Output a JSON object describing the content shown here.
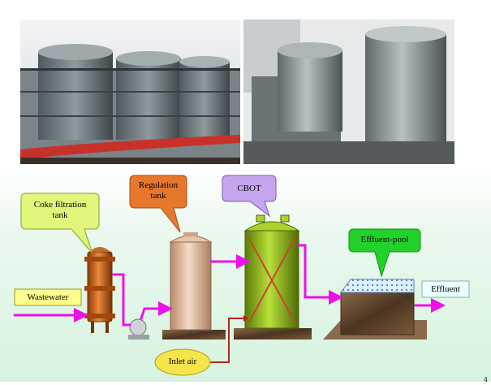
{
  "photos": {
    "left": {
      "subject": "three-cylindrical-tanks-photo"
    },
    "right": {
      "subject": "tall-tanks-photo"
    }
  },
  "callouts": {
    "coke_filtration": {
      "text": "Coke filtration\ntank",
      "color": "#e0f57a"
    },
    "regulation": {
      "text": "Regulation\ntank",
      "color": "#e8772e"
    },
    "cbot": {
      "text": "CBOT",
      "color": "#c5a6ee"
    },
    "effluent_pool": {
      "text": "Effluent-pool",
      "color": "#22d22a"
    },
    "inlet_air": {
      "text": "Inlet air",
      "color": "#f5e54a"
    }
  },
  "labels": {
    "wastewater": "Wastewater",
    "effluent": "Effluent"
  },
  "colors": {
    "flow_arrow": "#ee10e8",
    "air_line": "#b0261d",
    "coke_tank": "#d2661a",
    "regulation_tank": "#e9c3a3",
    "cbot_tank": "#98c41c",
    "pool_base": "#6b4a2e"
  },
  "footer": {
    "page_marker": "4"
  }
}
